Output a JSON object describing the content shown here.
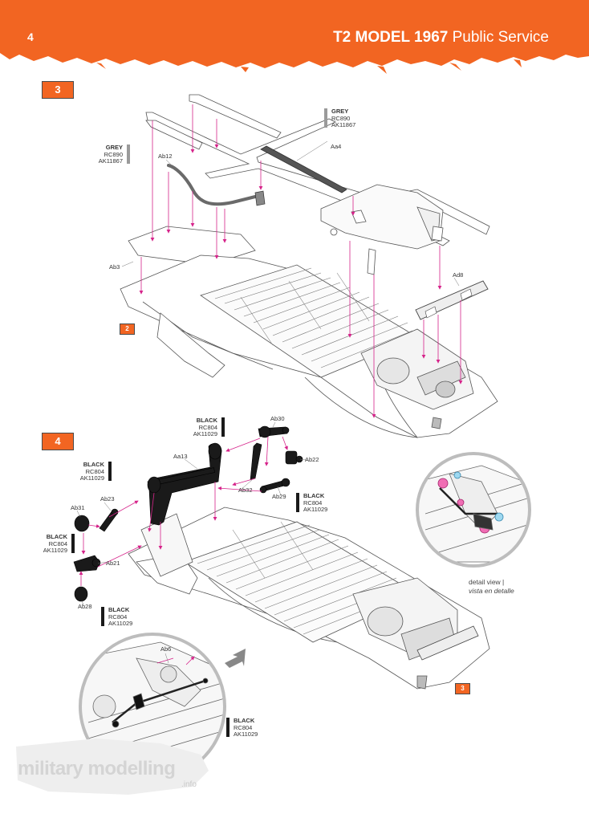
{
  "header": {
    "page_number": "4",
    "title_bold": "T2 MODEL 1967",
    "title_regular": " Public Service",
    "color_accent": "#f26522"
  },
  "steps": {
    "step3": "3",
    "step4": "4",
    "ref_step2": "2",
    "ref_step3": "3"
  },
  "parts": {
    "ab12": "Ab12",
    "aa4": "Aa4",
    "ab3": "Ab3",
    "ad8": "Ad8",
    "ab30": "Ab30",
    "aa13": "Aa13",
    "ab22": "Ab22",
    "ab23": "Ab23",
    "ab32": "Ab32",
    "ab29": "Ab29",
    "ab31": "Ab31",
    "ab21": "Ab21",
    "ab28": "Ab28",
    "ab6": "Ab6"
  },
  "paints": {
    "grey": {
      "name": "GREY",
      "code1": "RC890",
      "code2": "AK11867",
      "swatch": "#9a9a9a"
    },
    "black": {
      "name": "BLACK",
      "code1": "RC804",
      "code2": "AK11029",
      "swatch": "#1a1a1a"
    }
  },
  "detail": {
    "caption_en": "detail view |",
    "caption_es": "vista en detalle"
  },
  "watermark": {
    "main": "military modelling",
    "sub": ".info"
  }
}
